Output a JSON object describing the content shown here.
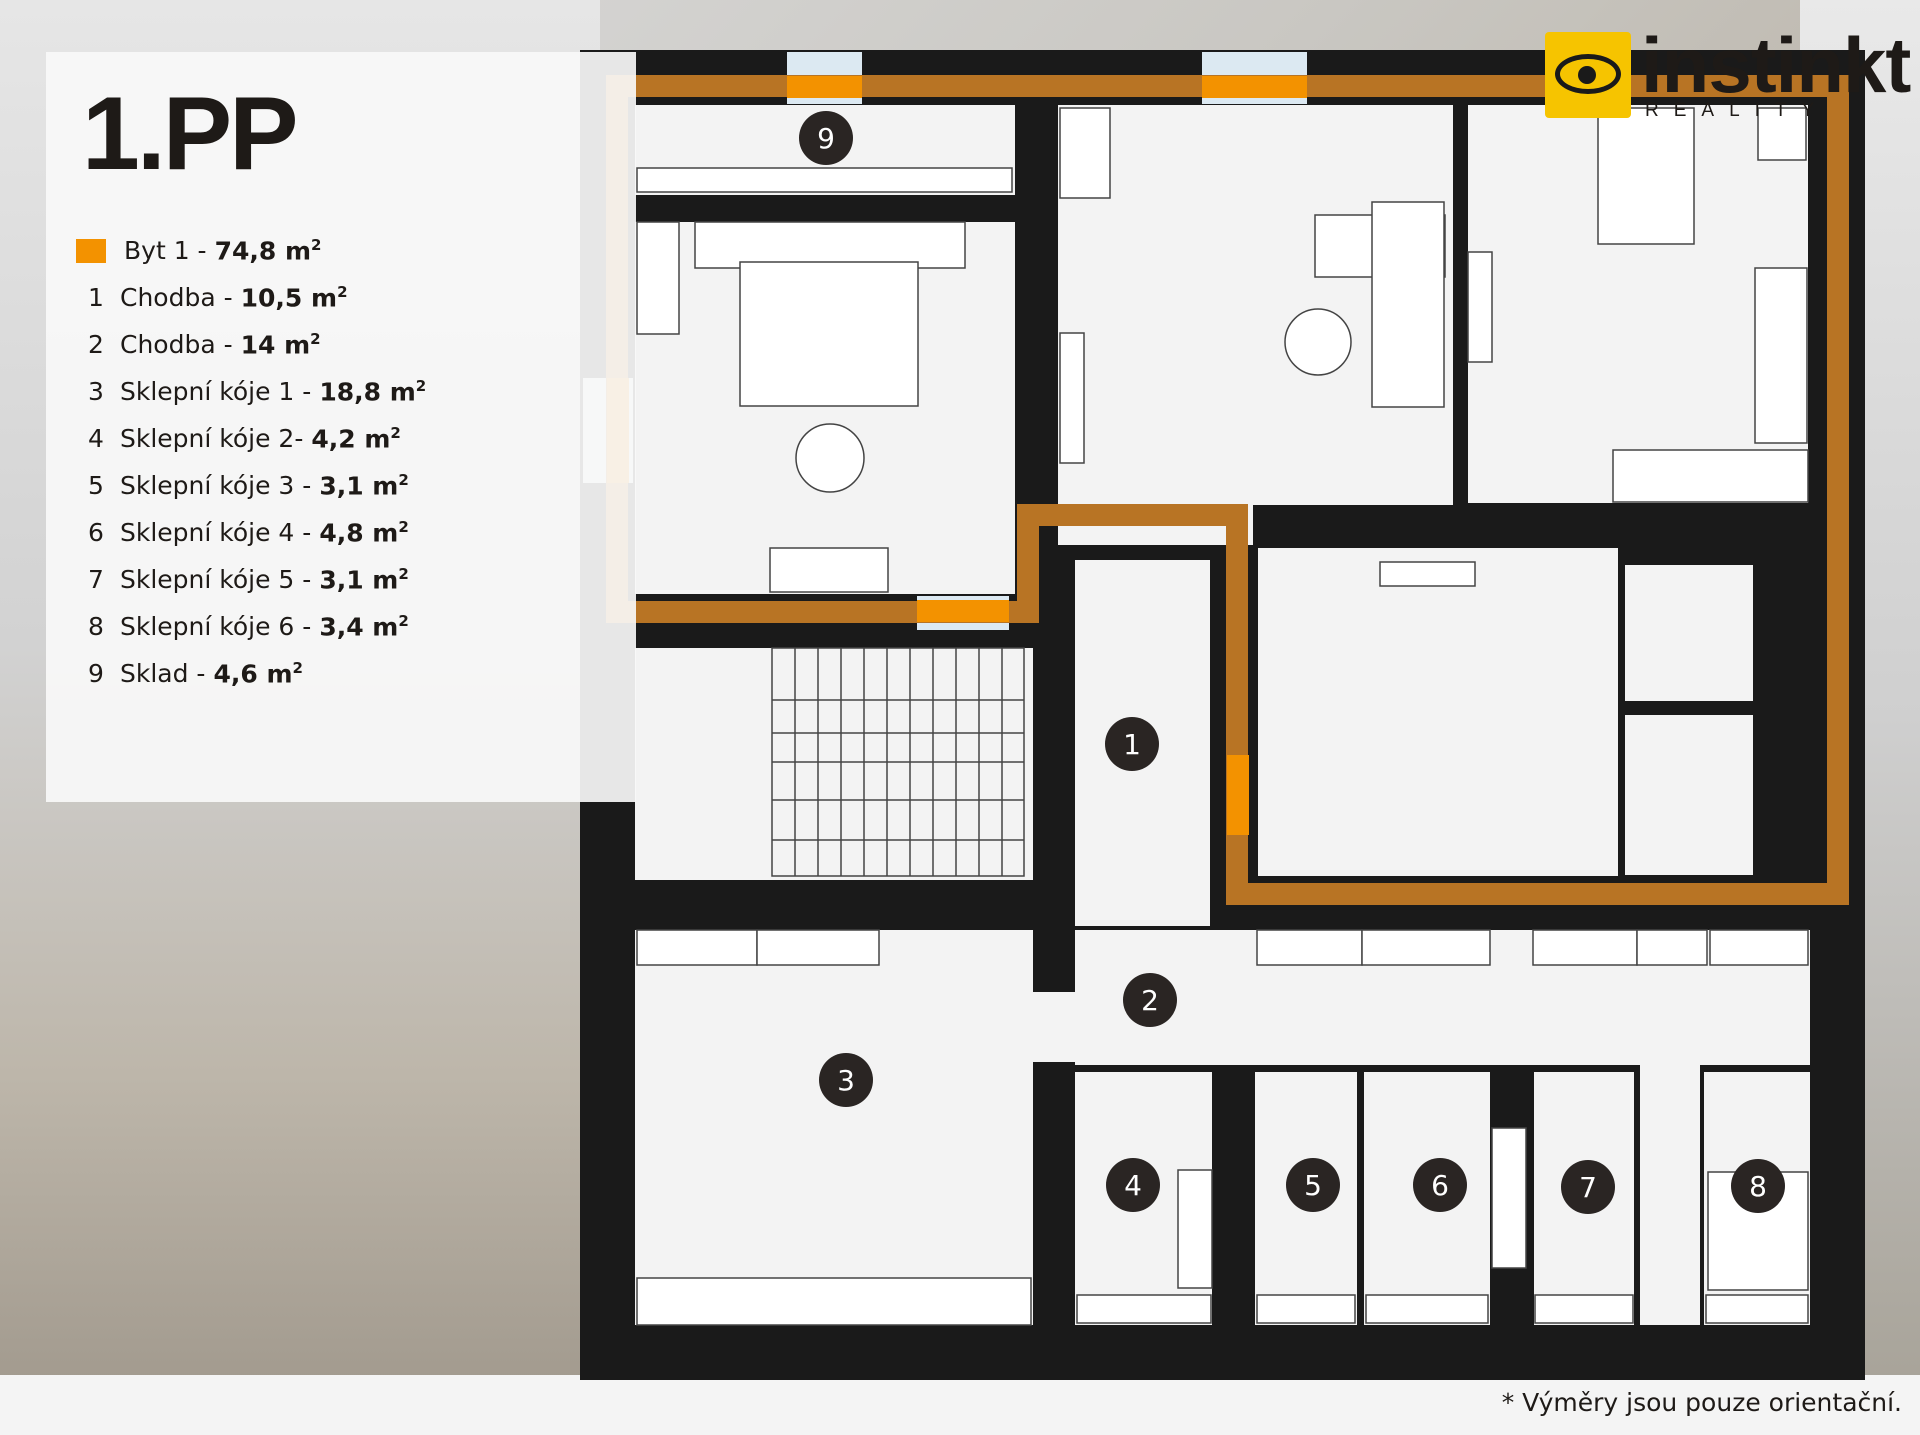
{
  "floor_label": "1.PP",
  "legend": {
    "apartment": {
      "name": "Byt 1 -",
      "value": "74,8 m",
      "sup": "2",
      "color": "#f39200"
    },
    "rooms": [
      {
        "num": "1",
        "name": "Chodba -",
        "value": "10,5 m",
        "sup": "2"
      },
      {
        "num": "2",
        "name": "Chodba -",
        "value": "14 m",
        "sup": "2"
      },
      {
        "num": "3",
        "name": "Sklepní kóje 1 -",
        "value": "18,8 m",
        "sup": "2"
      },
      {
        "num": "4",
        "name": "Sklepní kóje 2-",
        "value": "4,2 m",
        "sup": "2"
      },
      {
        "num": "5",
        "name": "Sklepní kóje 3 -",
        "value": "3,1 m",
        "sup": "2"
      },
      {
        "num": "6",
        "name": "Sklepní kóje 4 -",
        "value": "4,8 m",
        "sup": "2"
      },
      {
        "num": "7",
        "name": "Sklepní kóje 5 -",
        "value": "3,1 m",
        "sup": "2"
      },
      {
        "num": "8",
        "name": "Sklepní kóje 6 -",
        "value": "3,4 m",
        "sup": "2"
      },
      {
        "num": "9",
        "name": "Sklad -",
        "value": "4,6 m",
        "sup": "2"
      }
    ]
  },
  "plan_markers": [
    "9",
    "1",
    "2",
    "3",
    "4",
    "5",
    "6",
    "7",
    "8"
  ],
  "logo": {
    "name": "instinkt",
    "sub": "REALITY"
  },
  "footnote": "* Výměry jsou pouze orientační.",
  "colors": {
    "wall": "#1a1a1a",
    "floor": "#f3f3f3",
    "outline": "#b87424",
    "accent": "#f39200",
    "window": "#dce9f2"
  }
}
